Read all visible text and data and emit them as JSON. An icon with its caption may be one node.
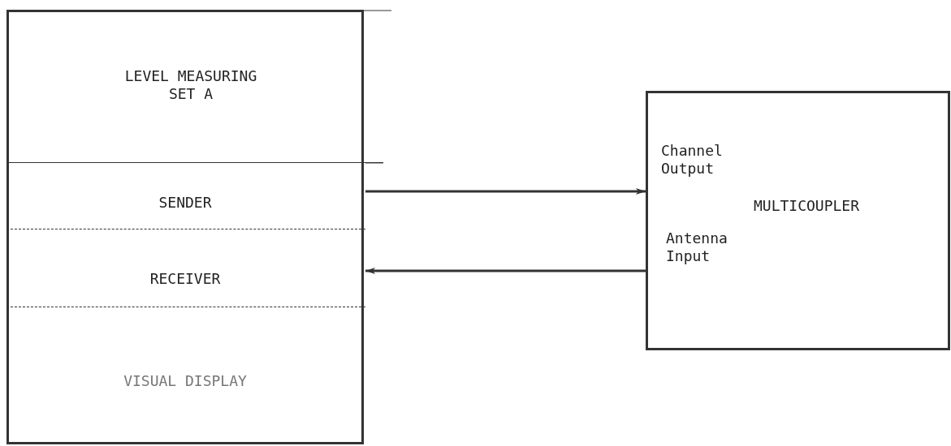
{
  "diagram": {
    "nodes": [
      {
        "text": [
          "LEVEL MEASURING SET A"
        ]
      },
      {
        "text": [
          "SENDER"
        ],
        "in": 0
      },
      {
        "text": [
          "RECEIVER"
        ],
        "in": 0
      },
      {
        "text": [
          "VISUAL DISPLAY"
        ],
        "in": 0
      },
      {
        "text": [
          "Channel Output",
          "MULTICOUPLER",
          "Antenna Input"
        ]
      }
    ],
    "edges": [
      {
        "from": 1,
        "to": 4,
        "arrow": "to"
      },
      {
        "from": 4,
        "to": 2,
        "arrow": "to"
      }
    ]
  }
}
